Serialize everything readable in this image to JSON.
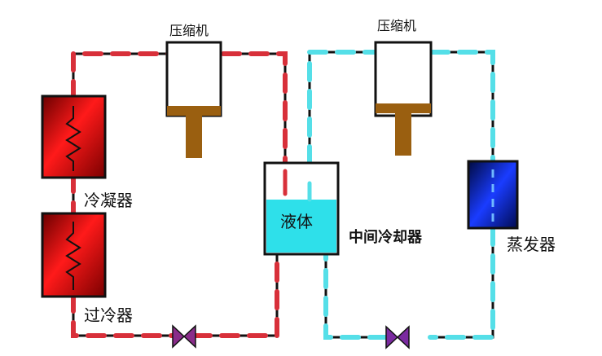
{
  "labels": {
    "compressor_left": "压缩机",
    "compressor_right": "压缩机",
    "condenser": "冷凝器",
    "subcooler": "过冷器",
    "liquid": "液体",
    "intercooler": "中间冷却器",
    "evaporator": "蒸发器"
  },
  "colors": {
    "red_dash": "#d8303a",
    "cyan_dash": "#55dfe8",
    "pipe": "#111111",
    "piston": "#9a5f10",
    "liquid_fill": "#2ee0ea",
    "valve_left": "#8a2c8a",
    "valve_right": "#7a2aa0",
    "evaporator": "#0b2a9a"
  },
  "icons": {
    "valve": "expansion-valve-icon",
    "coil": "zigzag-coil-icon"
  }
}
